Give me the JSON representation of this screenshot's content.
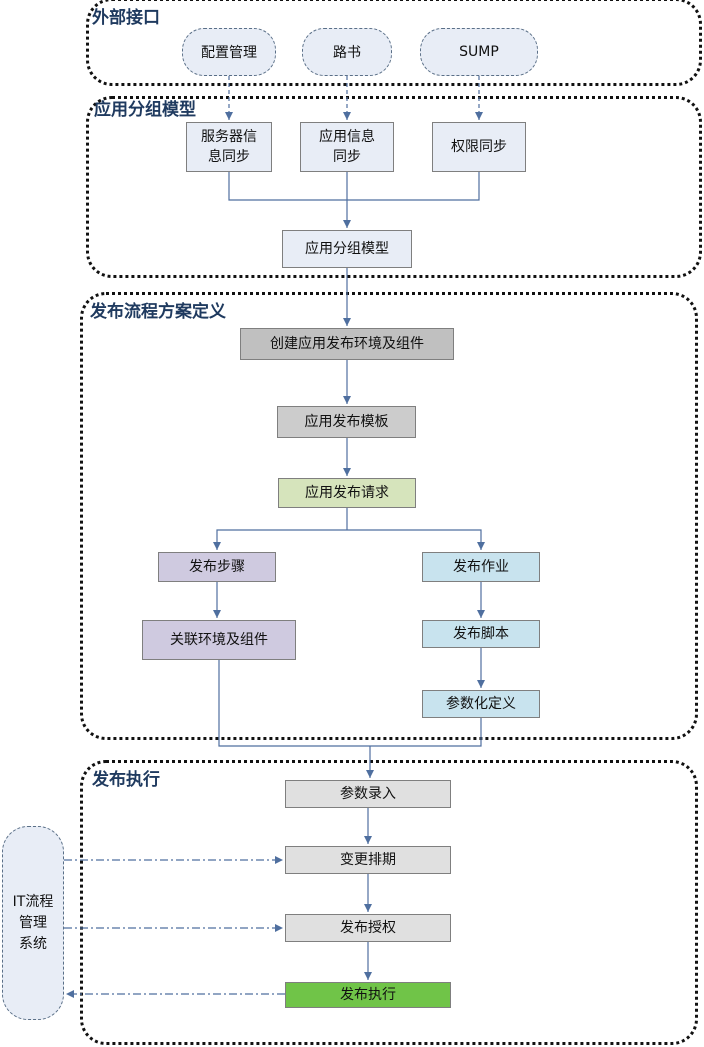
{
  "sections": {
    "external": "外部接口",
    "app_group": "应用分组模型",
    "release_def": "发布流程方案定义",
    "release_exec": "发布执行"
  },
  "external_sources": [
    "配置管理",
    "路书",
    "SUMP"
  ],
  "sync_tasks": [
    {
      "line1": "服务器信",
      "line2": "息同步"
    },
    {
      "line1": "应用信息",
      "line2": "同步"
    },
    {
      "line1": "权限同步",
      "line2": ""
    }
  ],
  "app_group_model": "应用分组模型",
  "definition_steps": {
    "create_env": "创建应用发布环境及组件",
    "template": "应用发布模板",
    "request": "应用发布请求",
    "steps": "发布步骤",
    "link_env": "关联环境及组件",
    "job": "发布作业",
    "script": "发布脚本",
    "param_def": "参数化定义"
  },
  "execution_steps": {
    "param_input": "参数录入",
    "schedule": "变更排期",
    "authorize": "发布授权",
    "execute": "发布执行"
  },
  "it_system": {
    "line1": "IT流程",
    "line2": "管理",
    "line3": "系统"
  },
  "colors": {
    "light_box": "#e8edf6",
    "dark_gray": "#c0c0c0",
    "mid_gray": "#cccccc",
    "green_light": "#d6e4bc",
    "purple": "#cfcae0",
    "blue": "#c8e3ee",
    "light_gray": "#e0e0e0",
    "green": "#70c448",
    "arrow": "#4f6f9f"
  }
}
